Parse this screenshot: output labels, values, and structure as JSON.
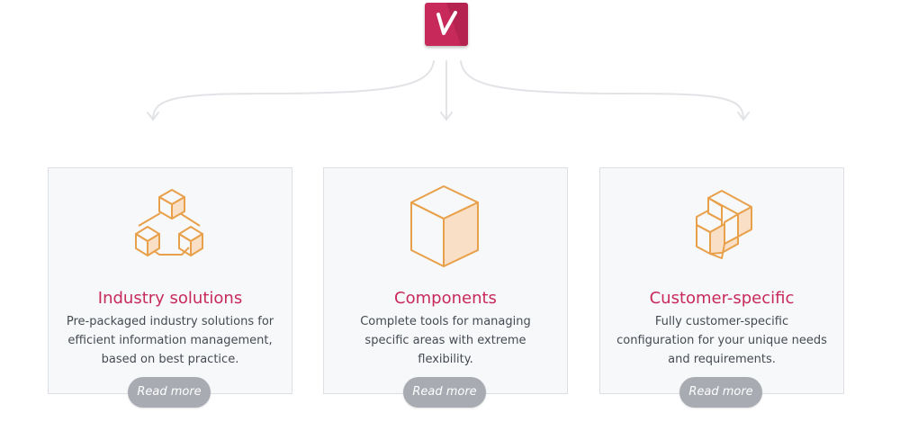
{
  "logo": {
    "glyph": "V",
    "color": "#c72a5a"
  },
  "cards": [
    {
      "title": "Industry solutions",
      "desc_lines": [
        "Pre-packaged industry solutions for",
        "efficient information management,",
        "based on best practice."
      ],
      "button": "Read more",
      "icon": "three-cubes-icon"
    },
    {
      "title": "Components",
      "desc_lines": [
        "Complete tools for managing",
        "specific areas with extreme",
        "flexibility."
      ],
      "button": "Read more",
      "icon": "single-cube-icon"
    },
    {
      "title": "Customer-specific",
      "desc_lines": [
        "Fully customer-specific",
        "configuration for your unique needs",
        "and requirements."
      ],
      "button": "Read more",
      "icon": "custom-blocks-icon"
    }
  ],
  "colors": {
    "accent": "#c72a5a",
    "icon": "#e8a04a",
    "icon_fill": "#f8dfc6",
    "button": "#a8abb1",
    "card_bg": "#f7f8fa"
  }
}
